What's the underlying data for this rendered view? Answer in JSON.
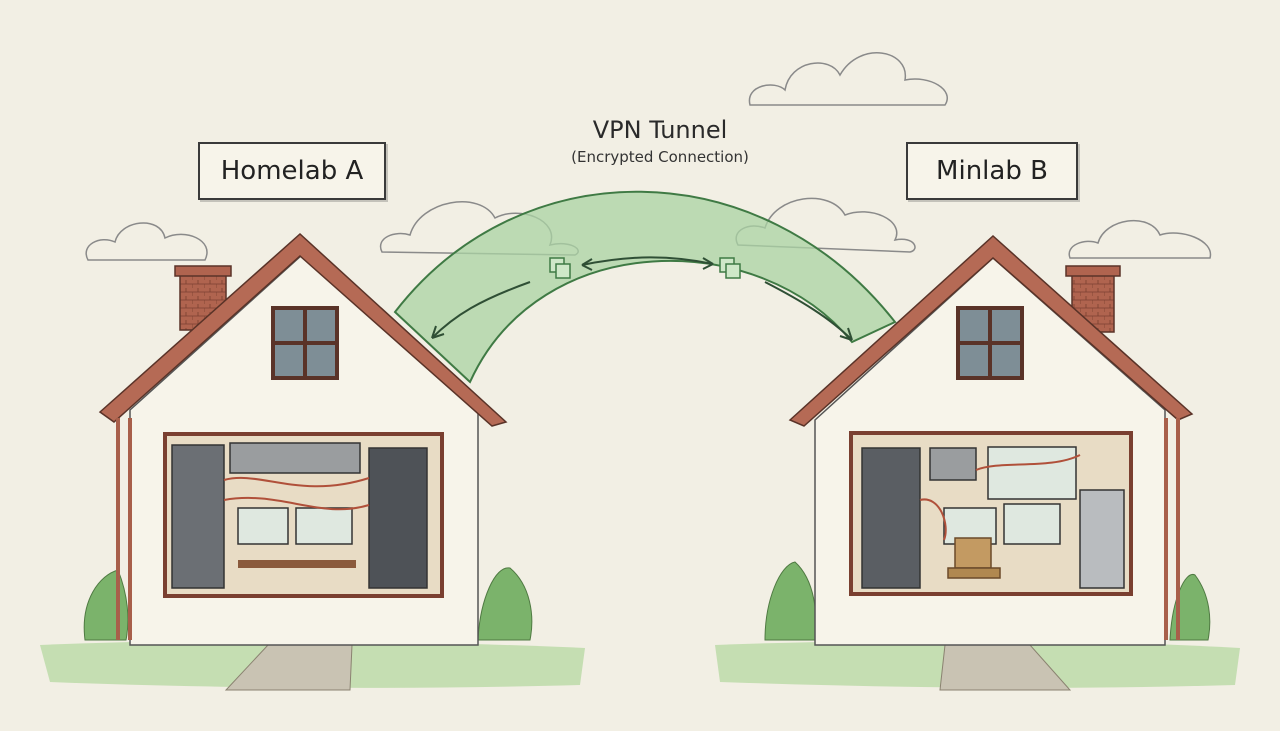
{
  "diagram": {
    "tunnel": {
      "title": "VPN Tunnel",
      "subtitle": "(Encrypted Connection)",
      "color": "#9fcf9c",
      "stroke": "#3f7a44"
    },
    "site_a": {
      "label": "Homelab A"
    },
    "site_b": {
      "label": "Minlab B"
    }
  },
  "colors": {
    "background": "#f2efe4",
    "roof": "#b56a55",
    "house_wall": "#f7f4ea",
    "grass": "#8fc27a",
    "chimney": "#b0644f"
  }
}
